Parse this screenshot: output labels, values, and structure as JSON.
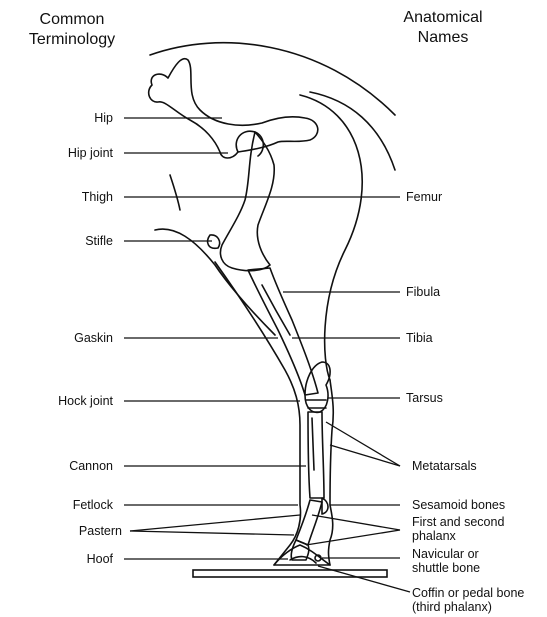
{
  "headers": {
    "left": [
      "Common",
      "Terminology"
    ],
    "right": [
      "Anatomical",
      "Names"
    ]
  },
  "common_terms": {
    "hip": "Hip",
    "hip_joint": "Hip joint",
    "thigh": "Thigh",
    "stifle": "Stifle",
    "gaskin": "Gaskin",
    "hock_joint": "Hock joint",
    "cannon": "Cannon",
    "fetlock": "Fetlock",
    "pastern": "Pastern",
    "hoof": "Hoof"
  },
  "anatomical_names": {
    "femur": "Femur",
    "fibula": "Fibula",
    "tibia": "Tibia",
    "tarsus": "Tarsus",
    "metatarsals": "Metatarsals",
    "sesamoid": "Sesamoid bones",
    "phalanx": [
      "First and second",
      "phalanx"
    ],
    "navicular": [
      "Navicular or",
      "shuttle bone"
    ],
    "coffin": [
      "Coffin or pedal bone",
      "(third phalanx)"
    ]
  }
}
